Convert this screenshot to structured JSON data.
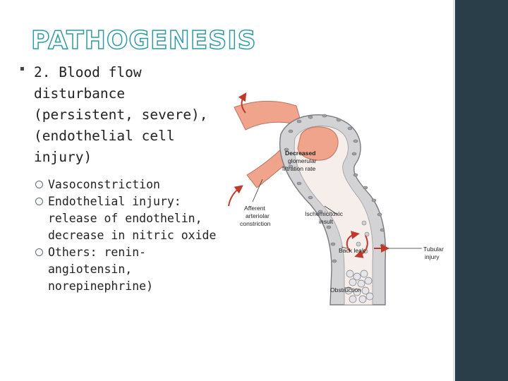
{
  "slide": {
    "title": "PATHOGENESIS",
    "main_point_lines": [
      "2. Blood flow",
      "disturbance",
      "(persistent, severe),",
      "(endothelial cell",
      "injury)"
    ],
    "sub_points": [
      {
        "lines": [
          "Vasoconstriction"
        ]
      },
      {
        "lines": [
          "Endothelial injury:",
          "release of endothelin,",
          "decrease in nitric oxide"
        ]
      },
      {
        "lines": [
          "Others: renin-",
          "angiotensin,",
          "norepinephrine)"
        ]
      }
    ]
  },
  "figure": {
    "labels": {
      "decreased_1": "Decreased",
      "decreased_2": "glomerular",
      "decreased_3": "filtration rate",
      "afferent_1": "Afferent",
      "afferent_2": "arteriolar",
      "afferent_3": "constriction",
      "ischemic_1": "Ischemic/toxic",
      "ischemic_2": "insult",
      "back_leak": "Back leak",
      "tubular_1": "Tubular",
      "tubular_2": "injury",
      "obstruction": "Obstruction"
    }
  },
  "colors": {
    "title_outline": "#2e9aa2",
    "sidebar": "#2a3e49",
    "vessel": "#f0a48c",
    "cell_tissue": "#c9c9cc",
    "arrow": "#c0392b"
  }
}
